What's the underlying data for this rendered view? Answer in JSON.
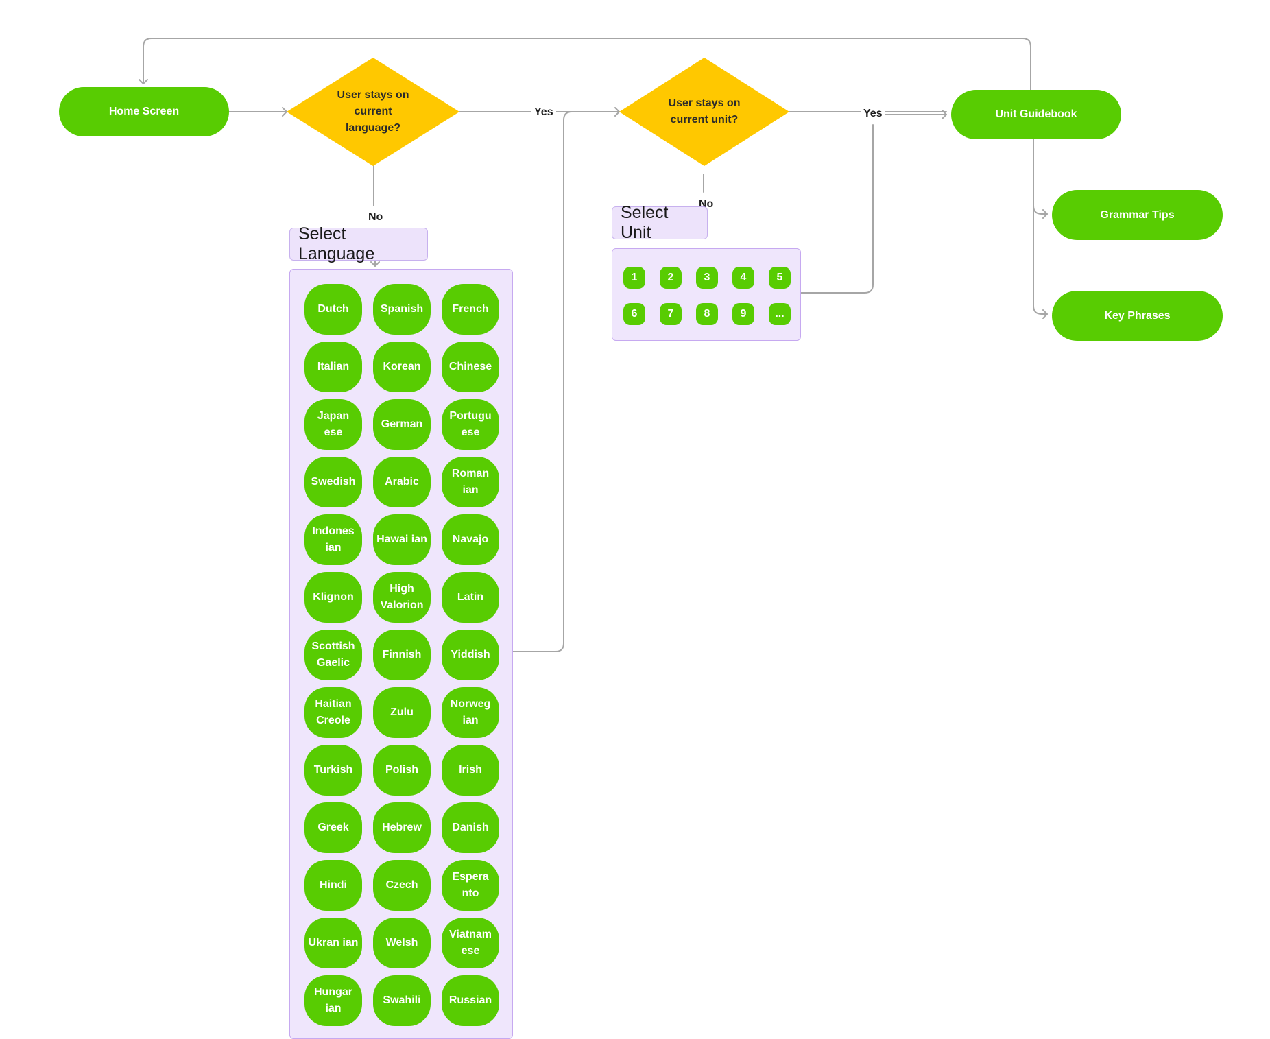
{
  "nodes": {
    "home_screen": "Home Screen",
    "decision_language": "User stays on current language?",
    "decision_unit": "User stays on current unit?",
    "unit_guidebook": "Unit Guidebook",
    "grammar_tips": "Grammar Tips",
    "key_phrases": "Key Phrases"
  },
  "labels": {
    "yes_language": "Yes",
    "no_language": "No",
    "yes_unit": "Yes",
    "no_unit": "No"
  },
  "select_language": {
    "title": "Select Language",
    "options": [
      "Dutch",
      "Spanish",
      "French",
      "Italian",
      "Korean",
      "Chinese",
      "Japan ese",
      "German",
      "Portugu ese",
      "Swedish",
      "Arabic",
      "Roman ian",
      "Indones ian",
      "Hawai ian",
      "Navajo",
      "Klignon",
      "High Valorion",
      "Latin",
      "Scottish Gaelic",
      "Finnish",
      "Yiddish",
      "Haitian Creole",
      "Zulu",
      "Norweg ian",
      "Turkish",
      "Polish",
      "Irish",
      "Greek",
      "Hebrew",
      "Danish",
      "Hindi",
      "Czech",
      "Espera nto",
      "Ukran ian",
      "Welsh",
      "Viatnam ese",
      "Hungar ian",
      "Swahili",
      "Russian"
    ]
  },
  "select_unit": {
    "title": "Select Unit",
    "options": [
      "1",
      "2",
      "3",
      "4",
      "5",
      "6",
      "7",
      "8",
      "9",
      "..."
    ]
  },
  "colors": {
    "green": "#58cc02",
    "decision": "#ffc800",
    "panel": "#efe6fc",
    "connector": "#a6a6a6"
  }
}
